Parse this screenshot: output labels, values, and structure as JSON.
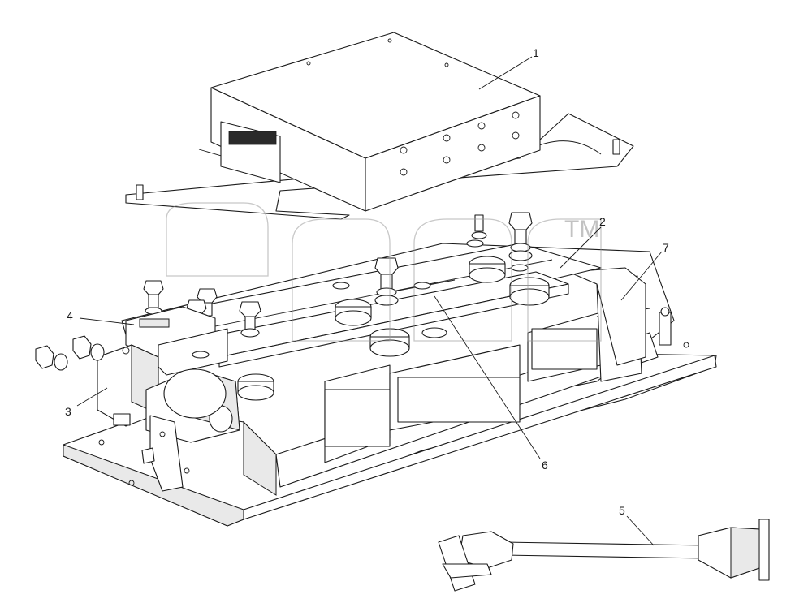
{
  "diagram": {
    "callouts": [
      {
        "id": "1",
        "label": "1"
      },
      {
        "id": "2",
        "label": "2"
      },
      {
        "id": "3",
        "label": "3"
      },
      {
        "id": "4",
        "label": "4"
      },
      {
        "id": "5",
        "label": "5"
      },
      {
        "id": "6",
        "label": "6"
      },
      {
        "id": "7",
        "label": "7"
      }
    ],
    "watermark": {
      "trademark": "TM"
    }
  }
}
